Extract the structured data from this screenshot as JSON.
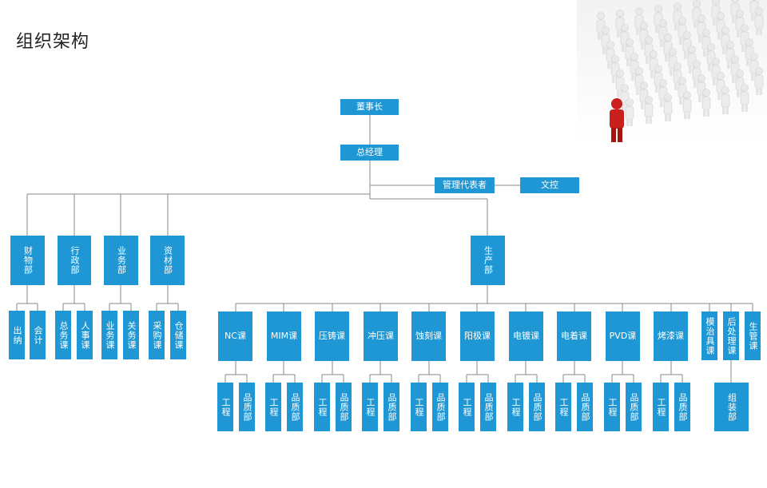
{
  "page": {
    "title": "组织架构"
  },
  "chart": {
    "chairman": "董事长",
    "general_manager": "总经理",
    "management_rep": "管理代表者",
    "doc_control": "文控",
    "departments": {
      "finance": "财物部",
      "admin": "行政部",
      "business": "业务部",
      "materials": "资材部",
      "production": "生产部"
    },
    "finance_sections": [
      "出纳",
      "会计"
    ],
    "admin_sections": [
      "总务课",
      "人事课"
    ],
    "business_sections": [
      "业务课",
      "关务课"
    ],
    "materials_sections": [
      "采购课",
      "仓储课"
    ],
    "production_sections": [
      "NC课",
      "MIM课",
      "压铸课",
      "冲压课",
      "蚀刻课",
      "阳极课",
      "电镀课",
      "电着课",
      "PVD课",
      "烤漆课"
    ],
    "production_extra": [
      "模治具课",
      "后处理课",
      "生管课"
    ],
    "sub_units": [
      "工程",
      "品质部"
    ],
    "assembly": "组装部"
  },
  "colors": {
    "box": "#1f97d4",
    "line": "#8a8a8a"
  }
}
